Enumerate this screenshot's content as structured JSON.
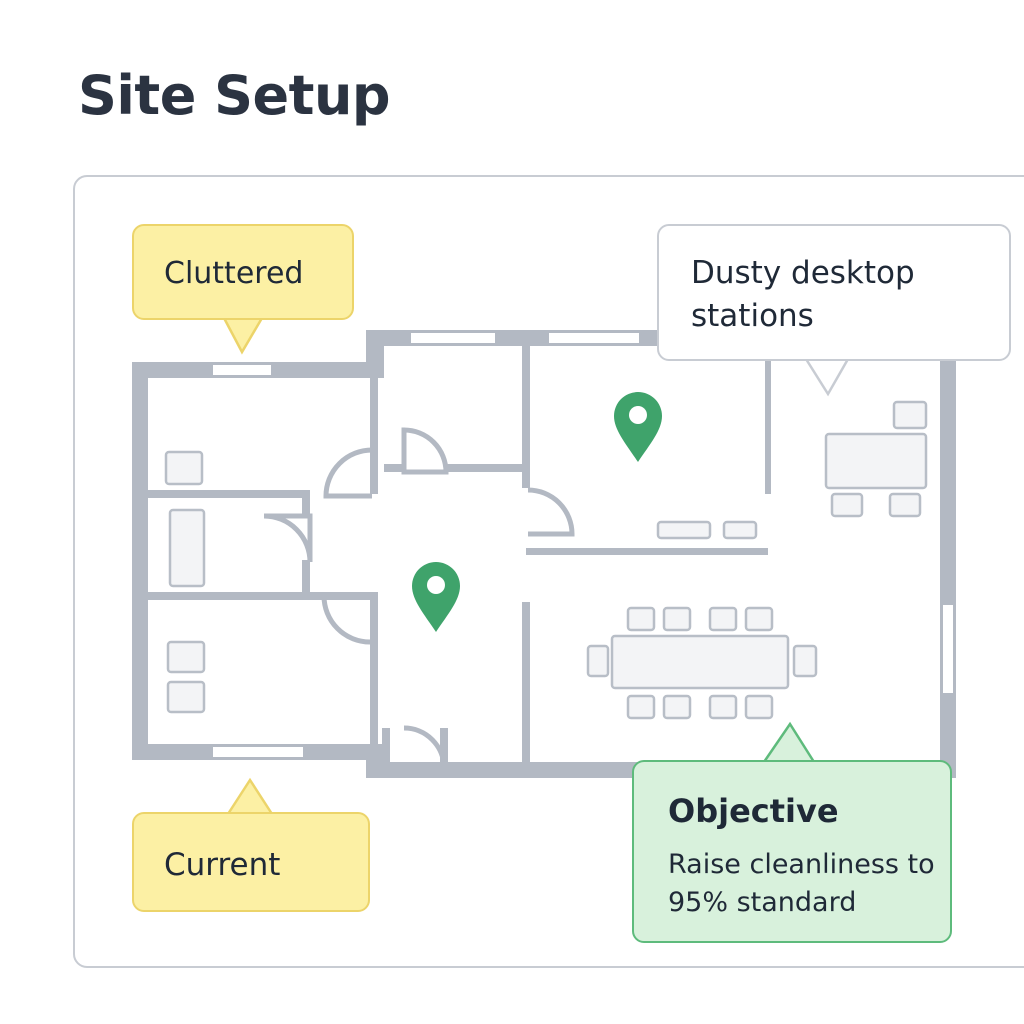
{
  "header": {
    "title": "Site Setup"
  },
  "callouts": {
    "cluttered": "Cluttered",
    "current": "Current",
    "dusty": "Dusty desktop stations",
    "objective": {
      "title": "Objective",
      "description": "Raise cleanliness to 95% standard"
    }
  },
  "colors": {
    "wall": "#b3b9c3",
    "furniture_fill": "#f3f4f6",
    "furniture_stroke": "#b8bec7",
    "pin": "#3fa36b",
    "yellow_bg": "#fcf0a4",
    "green_bg": "#d8f1dc"
  },
  "icons": [
    "map-pin-icon",
    "map-pin-icon"
  ]
}
